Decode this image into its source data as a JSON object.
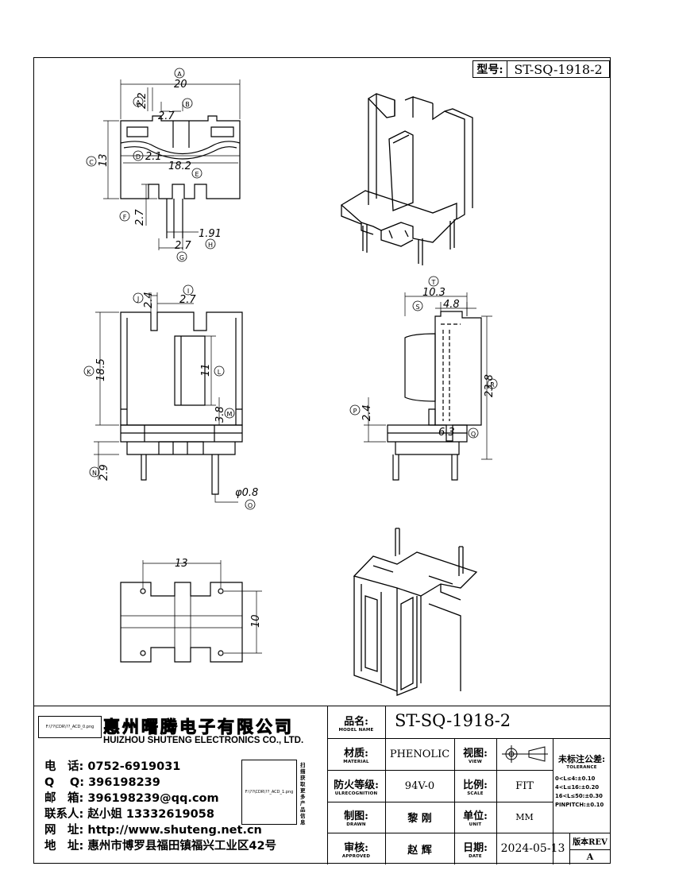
{
  "header": {
    "model_label": "型号:",
    "model_value": "ST-SQ-1918-2"
  },
  "dimensions": {
    "A": "20",
    "A2": "2.2",
    "B": "2.7",
    "C": "13",
    "D": "2.1",
    "E": "18.2",
    "F": "2.7",
    "G": "2.7",
    "H": "1.91",
    "I": "2.7",
    "J": "2.4",
    "K": "18.5",
    "L": "11",
    "M": "3.8",
    "N": "2.9",
    "O": "φ0.8",
    "T": "10.3",
    "S": "4.8",
    "R": "23.8",
    "P": "2.4",
    "Q": "6.3",
    "bottom_w": "13",
    "bottom_h": "10"
  },
  "callouts": {
    "A": "A",
    "B": "B",
    "C": "C",
    "D": "D",
    "E": "E",
    "F": "F",
    "G": "G",
    "H": "H",
    "I": "I",
    "J": "J",
    "K": "K",
    "L": "L",
    "M": "M",
    "N": "N",
    "O": "O",
    "P": "P",
    "Q": "Q",
    "R": "R",
    "S": "S",
    "T": "T"
  },
  "company": {
    "logo_file": "F:\\??\\CDR\\??_ACD_0.png",
    "name_cn": "惠州曙腾电子有限公司",
    "name_en": "HUIZHOU SHUTENG ELECTRONICS CO., LTD.",
    "qr_file": "F:\\??\\CDR\\??_ACD_1.png",
    "qr_caption": "扫描获取更多产品信息"
  },
  "contacts": [
    {
      "label": "电　话:",
      "value": "0752-6919031"
    },
    {
      "label": "Q　 Q:",
      "value": "396198239"
    },
    {
      "label": "邮　箱:",
      "value": "396198239@qq.com"
    },
    {
      "label": "联系人:",
      "value": "赵小姐 13332619058"
    },
    {
      "label": "网　址:",
      "value": "http://www.shuteng.net.cn"
    },
    {
      "label": "地　址:",
      "value": "惠州市博罗县福田镇福兴工业区42号"
    }
  ],
  "title_block": {
    "model_name": {
      "label": "品名:",
      "sub": "MODEL NAME",
      "value": "ST-SQ-1918-2"
    },
    "material": {
      "label": "材质:",
      "sub": "MATERIAL",
      "value": "PHENOLIC"
    },
    "view": {
      "label": "视图:",
      "sub": "VIEW"
    },
    "flame": {
      "label": "防火等级:",
      "sub": "ULRECOGNITION",
      "value": "94V-0"
    },
    "scale": {
      "label": "比例:",
      "sub": "SCALE",
      "value": "FIT"
    },
    "drawn": {
      "label": "制图:",
      "sub": "DRAWN",
      "value": "黎 刚"
    },
    "unit": {
      "label": "单位:",
      "sub": "UNIT",
      "value": "MM"
    },
    "approved": {
      "label": "审核:",
      "sub": "APPROVED",
      "value": "赵 辉"
    },
    "date": {
      "label": "日期:",
      "sub": "DATE",
      "value": "2024-05-13"
    },
    "tolerance": {
      "label": "未标注公差:",
      "sub": "TOLERANCE",
      "lines": [
        "0<L≤4:±0.10",
        "4<L≤16:±0.20",
        "16<L≤50:±0.30",
        "PINPITCH:±0.10"
      ]
    },
    "revision": {
      "label": "版本REV",
      "value": "A"
    }
  }
}
